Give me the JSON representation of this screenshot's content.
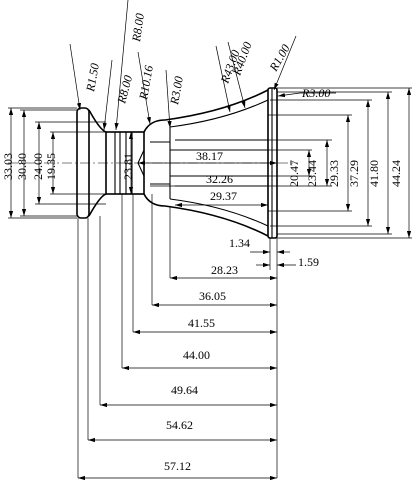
{
  "horizontal_dims": [
    {
      "id": "d1_34",
      "label": "1.34"
    },
    {
      "id": "d1_59",
      "label": "1.59"
    },
    {
      "id": "d28_23",
      "label": "28.23"
    },
    {
      "id": "d36_05",
      "label": "36.05"
    },
    {
      "id": "d41_55",
      "label": "41.55"
    },
    {
      "id": "d44_00",
      "label": "44.00"
    },
    {
      "id": "d49_64",
      "label": "49.64"
    },
    {
      "id": "d54_62",
      "label": "54.62"
    },
    {
      "id": "d57_12",
      "label": "57.12"
    },
    {
      "id": "d38_17",
      "label": "38.17"
    },
    {
      "id": "d32_26",
      "label": "32.26"
    },
    {
      "id": "d29_37",
      "label": "29.37"
    }
  ],
  "vertical_dims": [
    {
      "id": "d33_03",
      "label": "33.03"
    },
    {
      "id": "d30_80",
      "label": "30.80"
    },
    {
      "id": "d24_00",
      "label": "24.00"
    },
    {
      "id": "d19_35",
      "label": "19.35"
    },
    {
      "id": "d23_81",
      "label": "23.81"
    },
    {
      "id": "d20_47",
      "label": "20.47"
    },
    {
      "id": "d23_44",
      "label": "23.44"
    },
    {
      "id": "d29_33",
      "label": "29.33"
    },
    {
      "id": "d37_29",
      "label": "37.29"
    },
    {
      "id": "d41_80",
      "label": "41.80"
    },
    {
      "id": "d44_24",
      "label": "44.24"
    }
  ],
  "radii": [
    {
      "id": "r1_50",
      "label": "R1.50"
    },
    {
      "id": "r8_00a",
      "label": "R8.00"
    },
    {
      "id": "r8_00b",
      "label": "R8.00"
    },
    {
      "id": "r10_16",
      "label": "R10.16"
    },
    {
      "id": "r3_00a",
      "label": "R3.00"
    },
    {
      "id": "r43_00",
      "label": "R43.00"
    },
    {
      "id": "r40_00",
      "label": "R40.00"
    },
    {
      "id": "r1_00",
      "label": "R1.00"
    },
    {
      "id": "r3_00b",
      "label": "R3.00"
    }
  ]
}
